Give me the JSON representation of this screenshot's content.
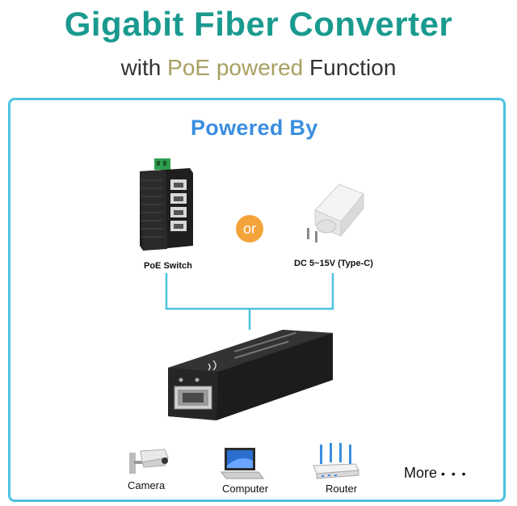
{
  "header": {
    "title": "Gigabit Fiber Converter",
    "subtitle_part1": "with ",
    "subtitle_highlight": "PoE powered",
    "subtitle_part2": " Function"
  },
  "powered_section": {
    "heading": "Powered By",
    "or_label": "or",
    "source1_label": "PoE Switch",
    "source2_label": "DC 5~15V (Type-C)"
  },
  "devices": {
    "camera_label": "Camera",
    "computer_label": "Computer",
    "router_label": "Router",
    "more_label": "More",
    "more_dots": "• • •"
  },
  "colors": {
    "title": "#1a9a8f",
    "highlight": "#a8a060",
    "frame": "#4cc3e0",
    "powered_heading": "#3a8ee0",
    "or_badge": "#f3a33a"
  }
}
